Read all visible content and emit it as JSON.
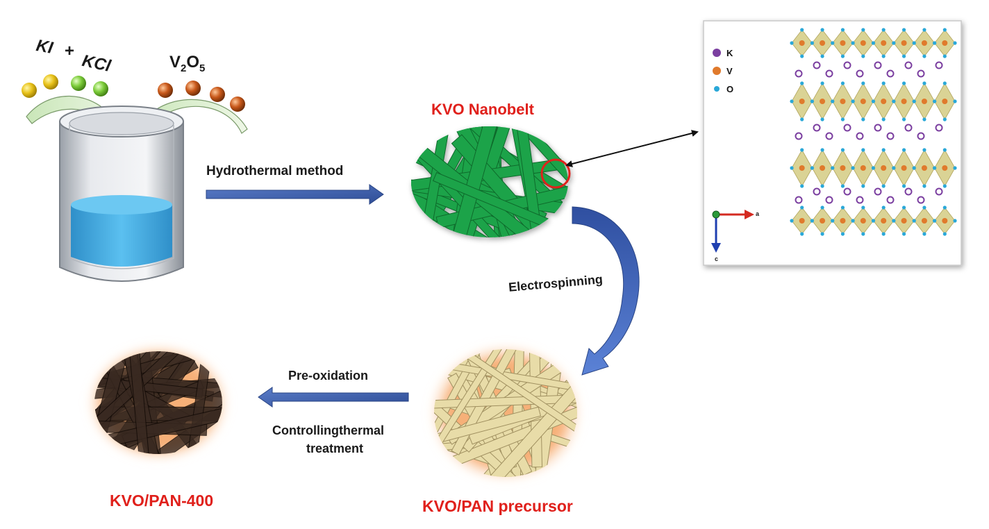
{
  "reagents": {
    "ki": "KI",
    "plus": "+",
    "kcl": "KCl",
    "v2o5_base": "V",
    "v2o5_sub1": "2",
    "v2o5_o": "O",
    "v2o5_sub2": "5"
  },
  "steps": {
    "hydrothermal": "Hydrothermal  method",
    "electrospinning": "Electrospinning",
    "preoxidation": "Pre-oxidation",
    "thermal_line1": "Controllingthermal",
    "thermal_line2": "treatment"
  },
  "products": {
    "nanobelt": "KVO Nanobelt",
    "precursor": "KVO/PAN precursor",
    "final": "KVO/PAN-400"
  },
  "crystal": {
    "legend": [
      {
        "label": "K",
        "color": "#7b3fa0"
      },
      {
        "label": "V",
        "color": "#e07a2c"
      },
      {
        "label": "O",
        "color": "#2aa8d8"
      }
    ],
    "axis_a": "a",
    "axis_c": "c"
  },
  "colors": {
    "label_red": "#e0201b",
    "arrow_blue": "#3a5ba8",
    "nanobelt_green": "#1fa34a",
    "precursor_tan": "#e8dca8",
    "final_brown": "#3a2a22",
    "water_blue": "#3aa8e0"
  }
}
